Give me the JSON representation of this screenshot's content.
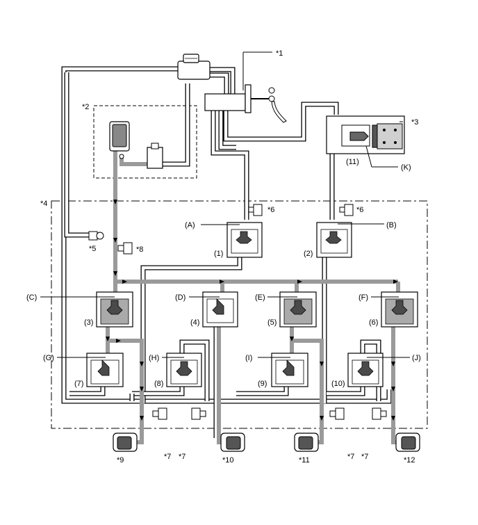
{
  "callouts": {
    "c1": "*1",
    "c2": "*2",
    "c3": "*3",
    "c4": "*4",
    "c5": "*5",
    "c6a": "*6",
    "c6b": "*6",
    "c7a": "*7",
    "c7b": "*7",
    "c7c": "*7",
    "c7d": "*7",
    "c8": "*8",
    "c9": "*9",
    "c10": "*10",
    "c11": "*11",
    "c12": "*12"
  },
  "valves": {
    "A": "(A)",
    "B": "(B)",
    "C": "(C)",
    "D": "(D)",
    "E": "(E)",
    "F": "(F)",
    "G": "(G)",
    "H": "(H)",
    "I": "(I)",
    "J": "(J)",
    "K": "(K)"
  },
  "numbers": {
    "n1": "(1)",
    "n2": "(2)",
    "n3": "(3)",
    "n4": "(4)",
    "n5": "(5)",
    "n6": "(6)",
    "n7": "(7)",
    "n8": "(8)",
    "n9": "(9)",
    "n10": "(10)",
    "n11": "(11)"
  }
}
